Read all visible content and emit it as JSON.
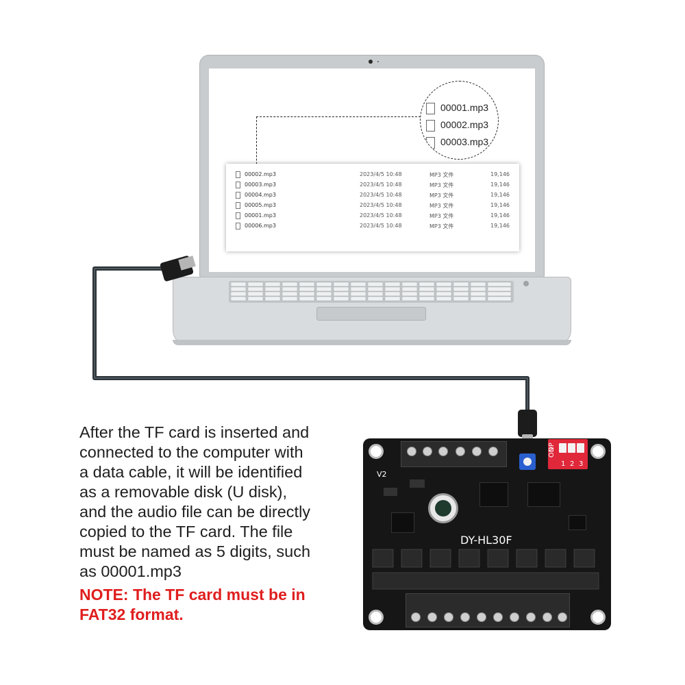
{
  "explorer": {
    "files": [
      {
        "name": "00002.mp3",
        "date": "2023/4/5 10:48",
        "type": "MP3 文件",
        "size": "19,146"
      },
      {
        "name": "00003.mp3",
        "date": "2023/4/5 10:48",
        "type": "MP3 文件",
        "size": "19,146"
      },
      {
        "name": "00004.mp3",
        "date": "2023/4/5 10:48",
        "type": "MP3 文件",
        "size": "19,146"
      },
      {
        "name": "00005.mp3",
        "date": "2023/4/5 10:48",
        "type": "MP3 文件",
        "size": "19,146"
      },
      {
        "name": "00001.mp3",
        "date": "2023/4/5 10:48",
        "type": "MP3 文件",
        "size": "19,146"
      },
      {
        "name": "00006.mp3",
        "date": "2023/4/5 10:48",
        "type": "MP3 文件",
        "size": "19,146"
      }
    ]
  },
  "magnifier": {
    "files": [
      "00001.mp3",
      "00002.mp3",
      "00003.mp3"
    ]
  },
  "description": {
    "lines": [
      "After the TF card is inserted and",
      "connected to the computer with",
      "a data cable, it will be identified",
      "as a removable disk (U disk),",
      "and the audio file can be directly",
      "copied to the TF card. The file",
      "must be named as 5 digits, such",
      "as 00001.mp3"
    ],
    "note_lines": [
      "NOTE: The TF card must be in",
      "FAT32 format."
    ]
  },
  "board": {
    "model": "DY-HL30F",
    "version": "V2",
    "dip_on": "ON",
    "dip_dp": "DP",
    "dip_numbers": [
      "1",
      "2",
      "3"
    ]
  },
  "colors": {
    "note": "#e01e1e",
    "board": "#161616",
    "dip": "#e0283a",
    "cable": "#2c3338"
  }
}
